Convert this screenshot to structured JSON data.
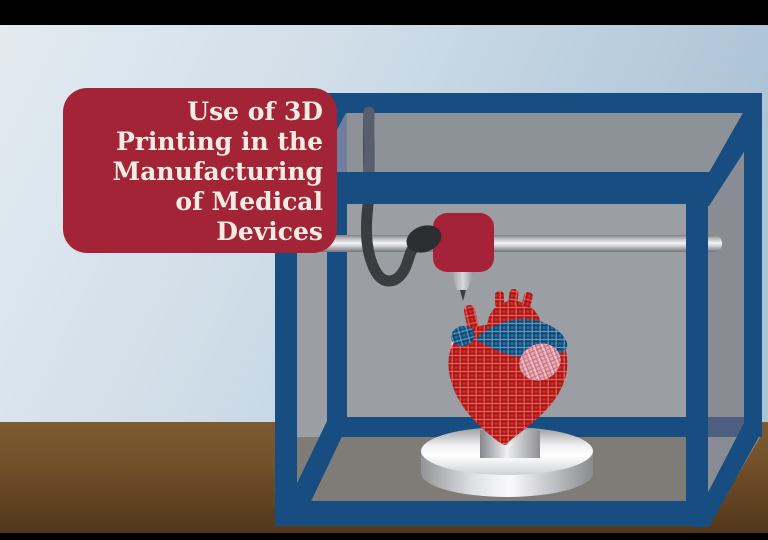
{
  "title_badge": {
    "text": "Use of 3D Printing in the Manufacturing of Medical Devices",
    "lines": [
      "Use of 3D",
      "Printing in the",
      "Manufacturing",
      "of Medical",
      "Devices"
    ]
  },
  "palette": {
    "badge_background": "#a32337",
    "badge_text": "#f3ece3",
    "printer_frame_blue": "#174d80",
    "frame_blue_muted_top": "#6f7e9d",
    "frame_blue_muted_right": "#4d5e80",
    "enclosure_panel_gray": "#9b9ea3",
    "enclosure_floor_gray": "#7f7c77",
    "print_head_red": "#a52238",
    "cable_dark_gray": "#3b3c3f",
    "rail_silver": "#d6d7da",
    "heart_red": "#da2a26",
    "vessel_blue": "#2a6da1",
    "atrium_pink": "#eda7b1",
    "wall_light_blue": "#cfdde8",
    "table_brown": "#6d4c27",
    "letterbox_black": "#000000"
  }
}
